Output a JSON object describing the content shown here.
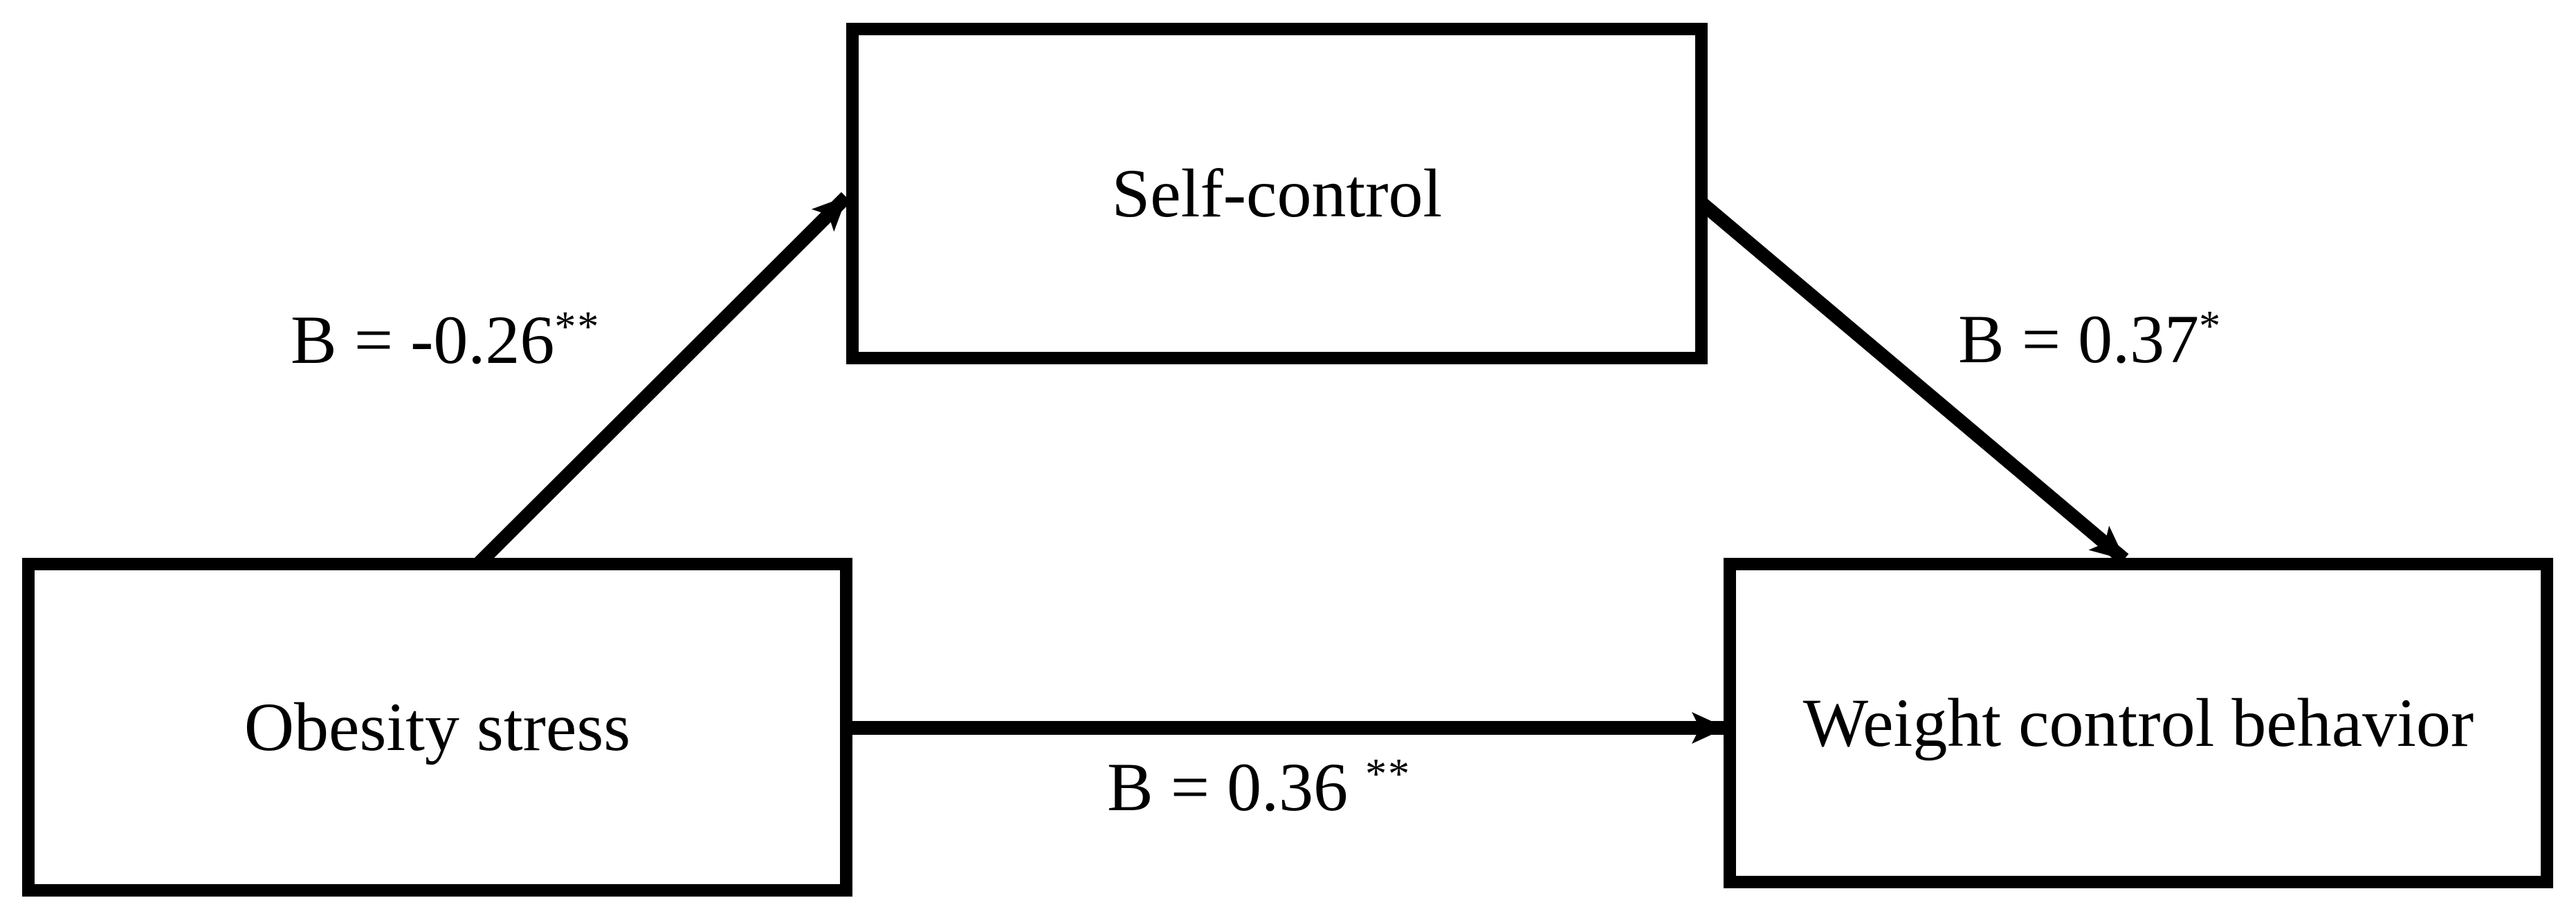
{
  "diagram": {
    "nodes": {
      "predictor": {
        "label": "Obesity stress"
      },
      "mediator": {
        "label": "Self-control"
      },
      "outcome": {
        "label": "Weight control behavior"
      }
    },
    "paths": {
      "predictor_to_mediator": {
        "coefficient": "B = -0.26",
        "significance": "**"
      },
      "mediator_to_outcome": {
        "coefficient": "B = 0.37",
        "significance": "*"
      },
      "predictor_to_outcome": {
        "coefficient": "B = 0.36 ",
        "significance": "**"
      }
    },
    "colors": {
      "line": "#000000",
      "text": "#000000",
      "node_fill": "#ffffff",
      "background": "#ffffff"
    }
  }
}
